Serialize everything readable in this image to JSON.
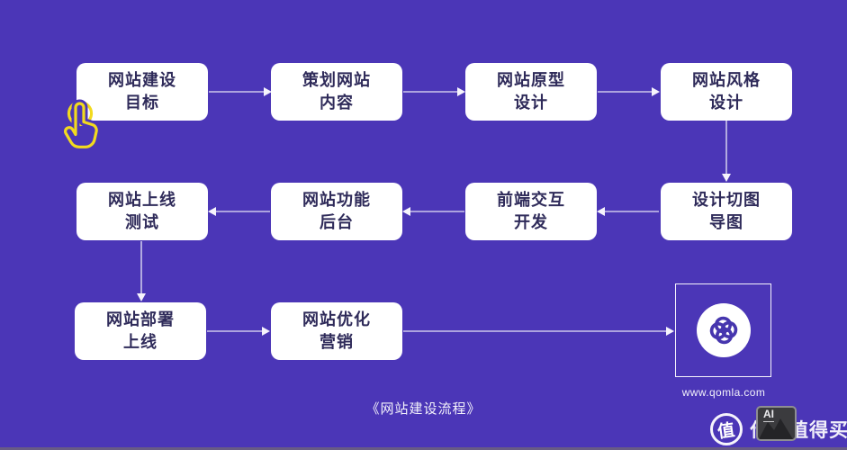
{
  "page": {
    "caption": "《网站建设流程》"
  },
  "flow": {
    "nodes": [
      {
        "id": "goal",
        "lines": [
          "网站建设",
          "目标"
        ]
      },
      {
        "id": "content-planning",
        "lines": [
          "策划网站",
          "内容"
        ]
      },
      {
        "id": "prototype-design",
        "lines": [
          "网站原型",
          "设计"
        ]
      },
      {
        "id": "style-design",
        "lines": [
          "网站风格",
          "设计"
        ]
      },
      {
        "id": "online-testing",
        "lines": [
          "网站上线",
          "测试"
        ]
      },
      {
        "id": "function-backend",
        "lines": [
          "网站功能",
          "后台"
        ]
      },
      {
        "id": "frontend-dev",
        "lines": [
          "前端交互",
          "开发"
        ]
      },
      {
        "id": "design-slicing",
        "lines": [
          "设计切图",
          "导图"
        ]
      },
      {
        "id": "deploy-launch",
        "lines": [
          "网站部署",
          "上线"
        ]
      },
      {
        "id": "optimize-marketing",
        "lines": [
          "网站优化",
          "营销"
        ]
      }
    ]
  },
  "logo": {
    "website": "www.qomla.com",
    "icon": "qomla-clover-icon"
  },
  "watermark": {
    "brand_char": "值",
    "brand_name": "什么值得买",
    "badge_label": "AI"
  },
  "colors": {
    "background": "#4B36B7",
    "box_fill": "#FFFFFF",
    "box_text": "#2F2B5A",
    "arrow_line": "#EDEAF9",
    "hand_cursor": "#F2DA1E",
    "logo_mark": "#4636AE"
  }
}
